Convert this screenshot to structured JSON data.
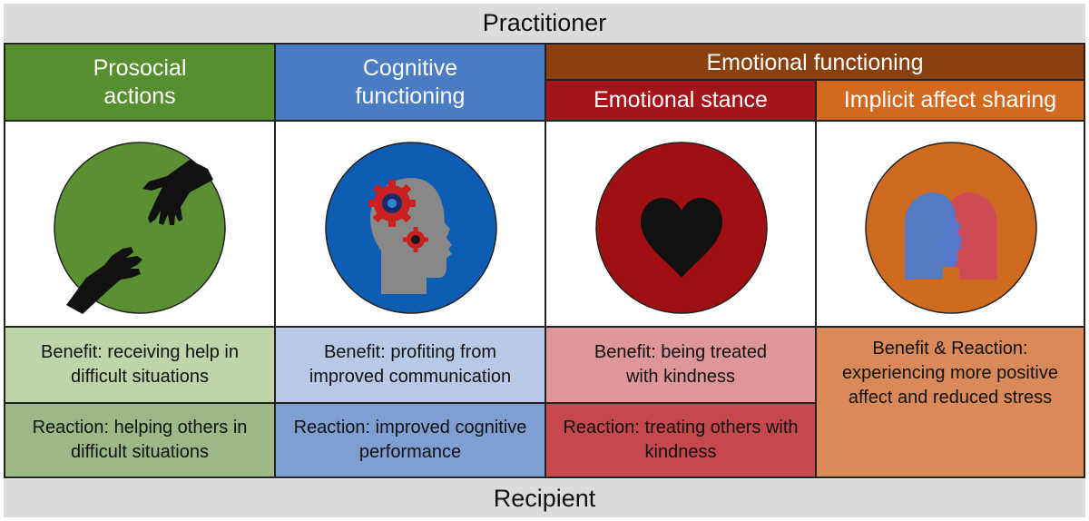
{
  "header": {
    "title": "Practitioner"
  },
  "footer": {
    "title": "Recipient"
  },
  "group": {
    "emotional_functioning": "Emotional functioning"
  },
  "columns": [
    {
      "id": "prosocial",
      "title": "Prosocial actions",
      "icon": "helping-hands-icon",
      "color": "#568f2e",
      "circle": "#5a8f32",
      "benefit": "Benefit: receiving help in difficult situations",
      "benefit_bg": "#bfd4a8",
      "reaction": "Reaction: helping others in difficult situations",
      "reaction_bg": "#9cb886"
    },
    {
      "id": "cognitive",
      "title": "Cognitive functioning",
      "icon": "head-with-gears-icon",
      "color": "#4a7cc4",
      "circle": "#0c5db3",
      "benefit": "Benefit: profiting from improved communication",
      "benefit_bg": "#b7c9e6",
      "reaction": "Reaction: improved cognitive performance",
      "reaction_bg": "#7f9fd3"
    },
    {
      "id": "stance",
      "title": "Emotional stance",
      "icon": "heart-icon",
      "color": "#a5141a",
      "circle": "#a00f12",
      "benefit": "Benefit: being treated with kindness",
      "benefit_bg": "#de9698",
      "reaction": "Reaction: treating others with kindness",
      "reaction_bg": "#c4484c"
    },
    {
      "id": "implicit",
      "title": "Implicit affect sharing",
      "icon": "overlapping-heads-icon",
      "color": "#d2691e",
      "circle": "#cf6b1f",
      "combined": "Benefit & Reaction: experiencing more positive affect and reduced stress",
      "combined_bg": "#d98a58"
    }
  ],
  "colors": {
    "group_header": "#8b410f",
    "bar": "#dcdcdc"
  }
}
